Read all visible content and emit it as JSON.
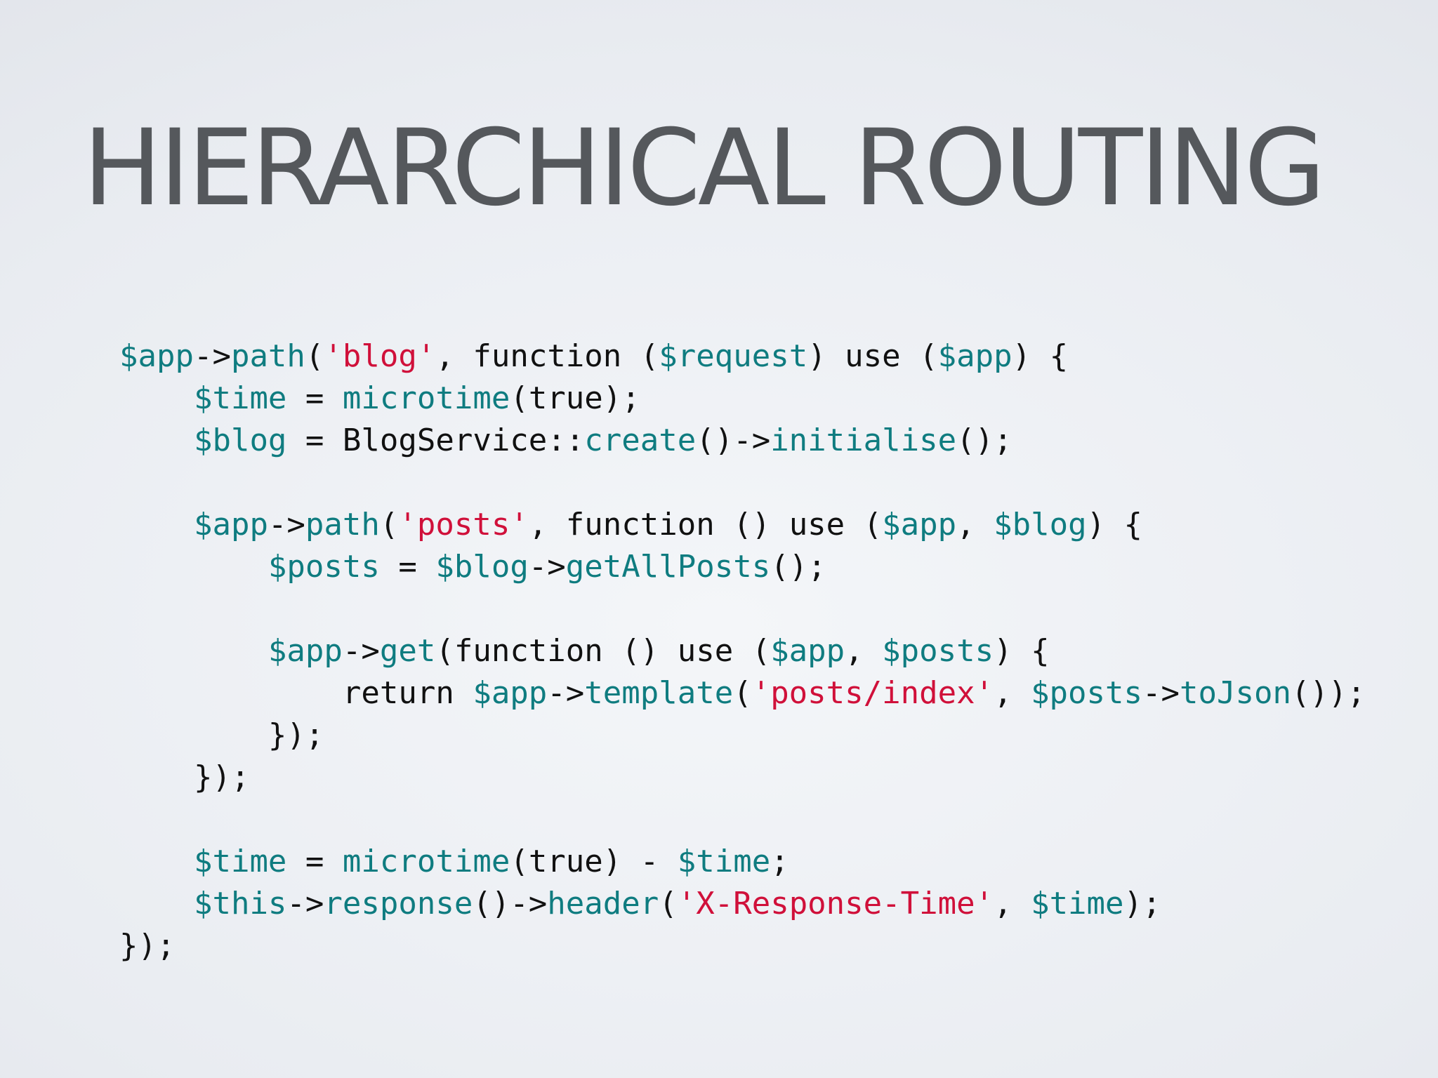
{
  "slide": {
    "title": "HIERARCHICAL ROUTING"
  },
  "colors": {
    "title": "#55585c",
    "default": "#111111",
    "variable": "#0f7c80",
    "function": "#0f7c80",
    "string": "#d0103a"
  },
  "code": {
    "lines": [
      [
        {
          "t": "var",
          "v": "$app"
        },
        {
          "t": "default",
          "v": "->"
        },
        {
          "t": "func",
          "v": "path"
        },
        {
          "t": "default",
          "v": "("
        },
        {
          "t": "str",
          "v": "'blog'"
        },
        {
          "t": "default",
          "v": ", function ("
        },
        {
          "t": "var",
          "v": "$request"
        },
        {
          "t": "default",
          "v": ") use ("
        },
        {
          "t": "var",
          "v": "$app"
        },
        {
          "t": "default",
          "v": ") {"
        }
      ],
      [
        {
          "t": "default",
          "v": "    "
        },
        {
          "t": "var",
          "v": "$time"
        },
        {
          "t": "default",
          "v": " = "
        },
        {
          "t": "func",
          "v": "microtime"
        },
        {
          "t": "default",
          "v": "(true);"
        }
      ],
      [
        {
          "t": "default",
          "v": "    "
        },
        {
          "t": "var",
          "v": "$blog"
        },
        {
          "t": "default",
          "v": " = BlogService::"
        },
        {
          "t": "func",
          "v": "create"
        },
        {
          "t": "default",
          "v": "()->"
        },
        {
          "t": "func",
          "v": "initialise"
        },
        {
          "t": "default",
          "v": "();"
        }
      ],
      [],
      [
        {
          "t": "default",
          "v": "    "
        },
        {
          "t": "var",
          "v": "$app"
        },
        {
          "t": "default",
          "v": "->"
        },
        {
          "t": "func",
          "v": "path"
        },
        {
          "t": "default",
          "v": "("
        },
        {
          "t": "str",
          "v": "'posts'"
        },
        {
          "t": "default",
          "v": ", function () use ("
        },
        {
          "t": "var",
          "v": "$app"
        },
        {
          "t": "default",
          "v": ", "
        },
        {
          "t": "var",
          "v": "$blog"
        },
        {
          "t": "default",
          "v": ") {"
        }
      ],
      [
        {
          "t": "default",
          "v": "        "
        },
        {
          "t": "var",
          "v": "$posts"
        },
        {
          "t": "default",
          "v": " = "
        },
        {
          "t": "var",
          "v": "$blog"
        },
        {
          "t": "default",
          "v": "->"
        },
        {
          "t": "func",
          "v": "getAllPosts"
        },
        {
          "t": "default",
          "v": "();"
        }
      ],
      [],
      [
        {
          "t": "default",
          "v": "        "
        },
        {
          "t": "var",
          "v": "$app"
        },
        {
          "t": "default",
          "v": "->"
        },
        {
          "t": "func",
          "v": "get"
        },
        {
          "t": "default",
          "v": "(function () use ("
        },
        {
          "t": "var",
          "v": "$app"
        },
        {
          "t": "default",
          "v": ", "
        },
        {
          "t": "var",
          "v": "$posts"
        },
        {
          "t": "default",
          "v": ") {"
        }
      ],
      [
        {
          "t": "default",
          "v": "            return "
        },
        {
          "t": "var",
          "v": "$app"
        },
        {
          "t": "default",
          "v": "->"
        },
        {
          "t": "func",
          "v": "template"
        },
        {
          "t": "default",
          "v": "("
        },
        {
          "t": "str",
          "v": "'posts/index'"
        },
        {
          "t": "default",
          "v": ", "
        },
        {
          "t": "var",
          "v": "$posts"
        },
        {
          "t": "default",
          "v": "->"
        },
        {
          "t": "func",
          "v": "toJson"
        },
        {
          "t": "default",
          "v": "());"
        }
      ],
      [
        {
          "t": "default",
          "v": "        });"
        }
      ],
      [
        {
          "t": "default",
          "v": "    });"
        }
      ],
      [],
      [
        {
          "t": "default",
          "v": "    "
        },
        {
          "t": "var",
          "v": "$time"
        },
        {
          "t": "default",
          "v": " = "
        },
        {
          "t": "func",
          "v": "microtime"
        },
        {
          "t": "default",
          "v": "(true) - "
        },
        {
          "t": "var",
          "v": "$time"
        },
        {
          "t": "default",
          "v": ";"
        }
      ],
      [
        {
          "t": "default",
          "v": "    "
        },
        {
          "t": "var",
          "v": "$this"
        },
        {
          "t": "default",
          "v": "->"
        },
        {
          "t": "func",
          "v": "response"
        },
        {
          "t": "default",
          "v": "()->"
        },
        {
          "t": "func",
          "v": "header"
        },
        {
          "t": "default",
          "v": "("
        },
        {
          "t": "str",
          "v": "'X-Response-Time'"
        },
        {
          "t": "default",
          "v": ", "
        },
        {
          "t": "var",
          "v": "$time"
        },
        {
          "t": "default",
          "v": ");"
        }
      ],
      [
        {
          "t": "default",
          "v": "});"
        }
      ]
    ]
  }
}
